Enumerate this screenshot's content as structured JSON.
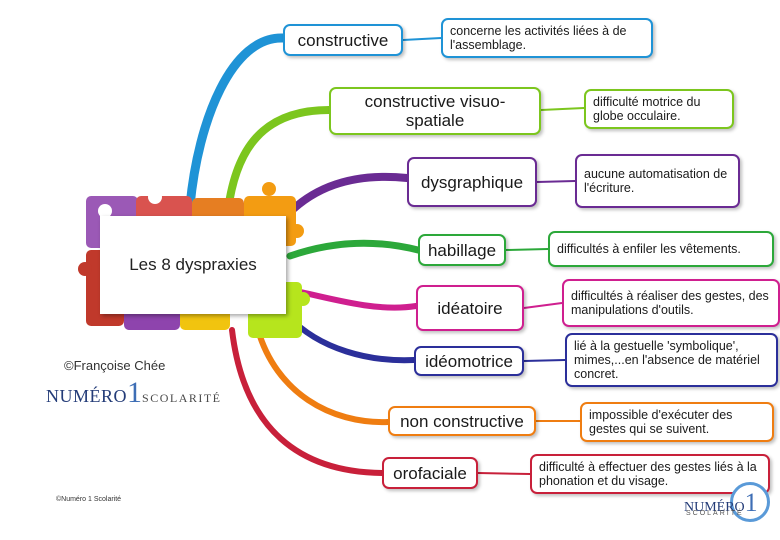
{
  "center": {
    "title": "Les 8 dyspraxies"
  },
  "credit": "©Françoise Chée",
  "logo": {
    "part1": "NUMÉRO",
    "digit": "1",
    "part2": "SCOLARITÉ"
  },
  "small_credit": "©Numéro 1 Scolarité",
  "branches": [
    {
      "label": "constructive",
      "color": "#1f93d6",
      "description": "concerne les activités liées à de l'assemblage."
    },
    {
      "label": "constructive visuo-spatiale",
      "color": "#7cc61e",
      "description": "difficulté motrice du globe occulaire."
    },
    {
      "label": "dysgraphique",
      "color": "#6a2b93",
      "description": "aucune automatisation de l'écriture."
    },
    {
      "label": "habillage",
      "color": "#2ca83a",
      "description": "difficultés à enfiler les vêtements."
    },
    {
      "label": "idéatoire",
      "color": "#cf1f8f",
      "description": "difficultés à réaliser des gestes, des manipulations d'outils."
    },
    {
      "label": "idéomotrice",
      "color": "#2b2f9a",
      "description": "lié à la gestuelle 'symbolique', mimes,...en l'absence de matériel concret."
    },
    {
      "label": "non constructive",
      "color": "#ef7d11",
      "description": "impossible d'exécuter des gestes qui se suivent."
    },
    {
      "label": "orofaciale",
      "color": "#c8203a",
      "description": "difficulté à effectuer des gestes liés à la phonation et du visage."
    }
  ]
}
